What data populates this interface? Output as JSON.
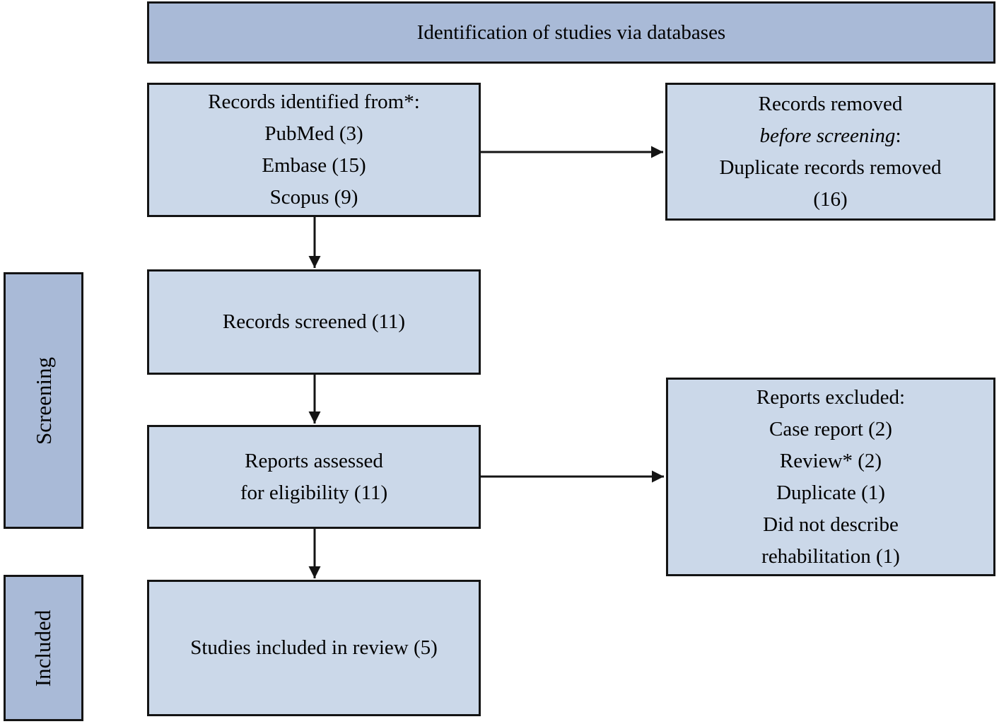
{
  "diagram": {
    "title": "Identification of studies via databases",
    "side_labels": {
      "screening": "Screening",
      "included": "Included"
    },
    "boxes": {
      "identification": {
        "lines": [
          "Records identified from*:",
          "PubMed (3)",
          "Embase (15)",
          "Scopus (9)"
        ]
      },
      "removed": {
        "line1": "Records removed",
        "line2_italic": "before screening",
        "line2_suffix": ":",
        "line3": "Duplicate records removed",
        "line4": "(16)"
      },
      "screened": {
        "line1": "Records screened (11)"
      },
      "assessed": {
        "line1": "Reports assessed",
        "line2": "for eligibility (11)"
      },
      "excluded": {
        "lines": [
          "Reports excluded:",
          "Case report (2)",
          "Review* (2)",
          "Duplicate (1)",
          "Did not describe",
          "rehabilitation (1)"
        ]
      },
      "included": {
        "line1": "Studies included in review (5)"
      }
    },
    "colors": {
      "band_fill": "#a9bad7",
      "box_fill": "#cbd8e9",
      "border": "#141414",
      "text": "#000000"
    }
  }
}
